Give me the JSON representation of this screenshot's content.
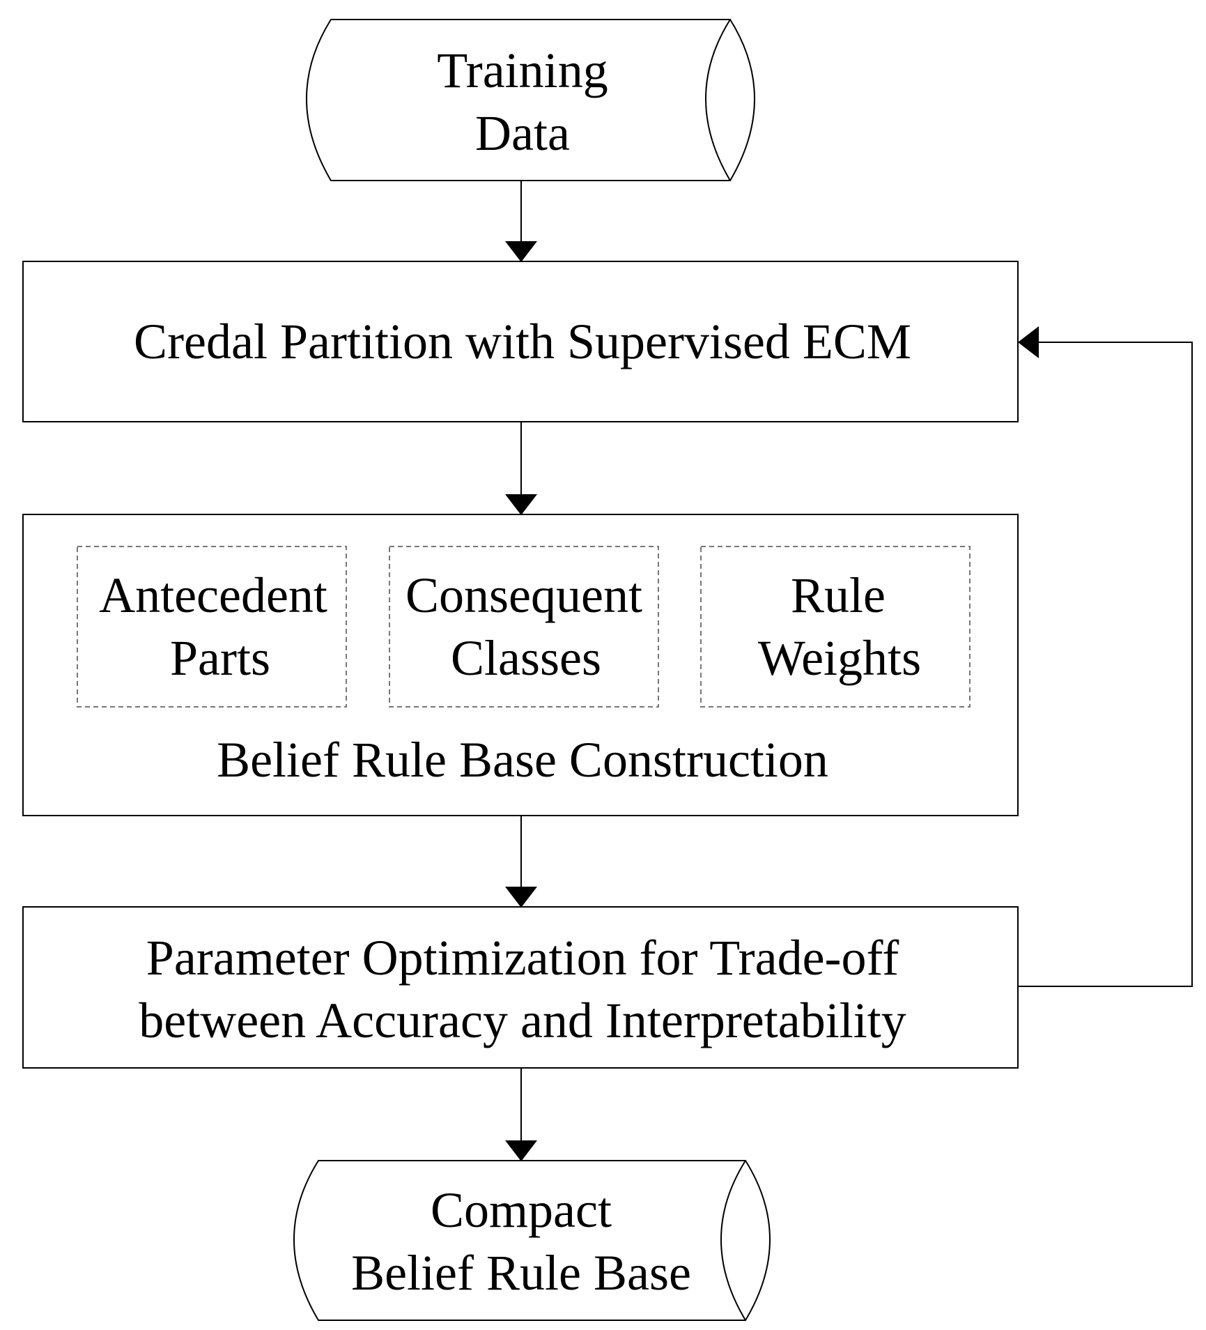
{
  "nodes": {
    "training_data": {
      "line1": "Training",
      "line2": "Data"
    },
    "credal_partition": {
      "label": "Credal Partition with Supervised ECM"
    },
    "brb_construction": {
      "label": "Belief Rule Base Construction",
      "antecedent": {
        "line1": "Antecedent",
        "line2": "Parts"
      },
      "consequent": {
        "line1": "Consequent",
        "line2": "Classes"
      },
      "rule_weights": {
        "line1": "Rule",
        "line2": "Weights"
      }
    },
    "parameter_optimization": {
      "line1": "Parameter Optimization for Trade-off",
      "line2": "between Accuracy and Interpretability"
    },
    "compact_brb": {
      "line1": "Compact",
      "line2": "Belief Rule Base"
    }
  }
}
